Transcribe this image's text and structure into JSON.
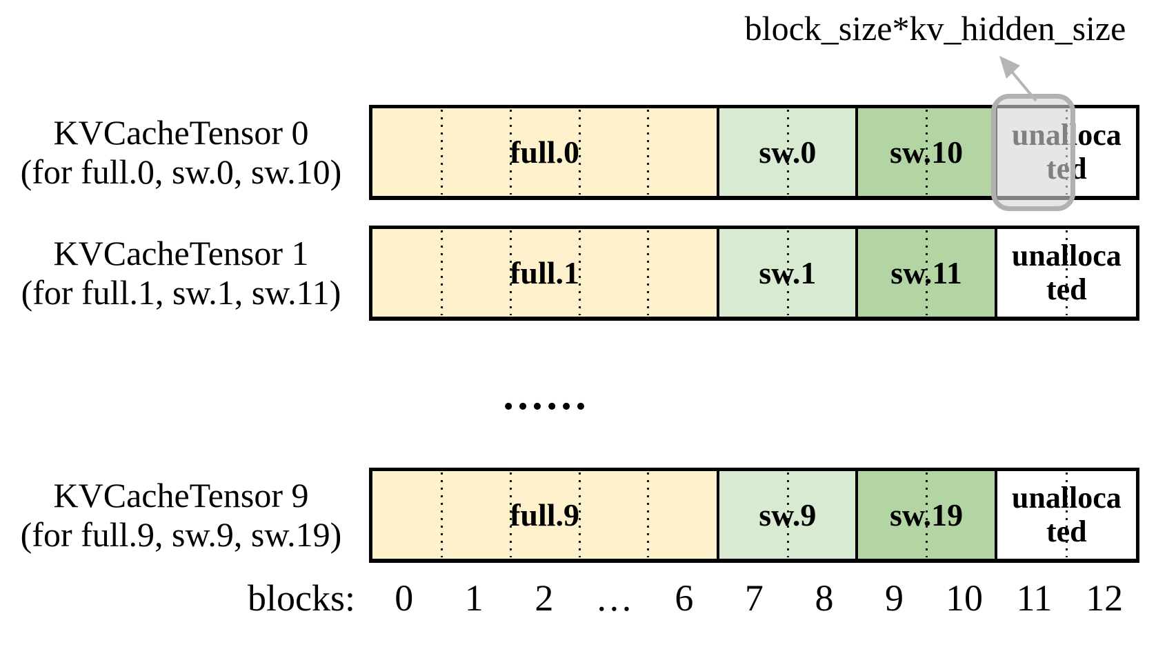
{
  "annotation": {
    "label": "block_size*kv_hidden_size"
  },
  "rows": [
    {
      "name": "KVCacheTensor 0",
      "subtitle": "(for full.0, sw.0, sw.10)",
      "sections": [
        {
          "label": "full.0"
        },
        {
          "label": "sw.0"
        },
        {
          "label": "sw.10"
        },
        {
          "label": "unallocated"
        }
      ],
      "highlighted_block": "11"
    },
    {
      "name": "KVCacheTensor 1",
      "subtitle": "(for full.1, sw.1, sw.11)",
      "sections": [
        {
          "label": "full.1"
        },
        {
          "label": "sw.1"
        },
        {
          "label": "sw.11"
        },
        {
          "label": "unallocated"
        }
      ]
    },
    {
      "name": "KVCacheTensor 9",
      "subtitle": "(for full.9, sw.9, sw.19)",
      "sections": [
        {
          "label": "full.9"
        },
        {
          "label": "sw.9"
        },
        {
          "label": "sw.19"
        },
        {
          "label": "unallocated"
        }
      ]
    }
  ],
  "ellipsis": "……",
  "axis": {
    "label": "blocks:",
    "ticks": [
      "0",
      "1",
      "2",
      "…",
      "6",
      "7",
      "8",
      "9",
      "10",
      "11",
      "12"
    ]
  },
  "colors": {
    "full_section": "#fdf2cc",
    "sw_section": "#d9ead3",
    "sw_shifted_section": "#b3d5a4",
    "unallocated_section": "#ffffff",
    "border": "#000000",
    "highlight_border": "#b1b1b1",
    "highlight_fill": "rgba(213,213,213,0.6)",
    "arrow": "#b5b5b5"
  }
}
